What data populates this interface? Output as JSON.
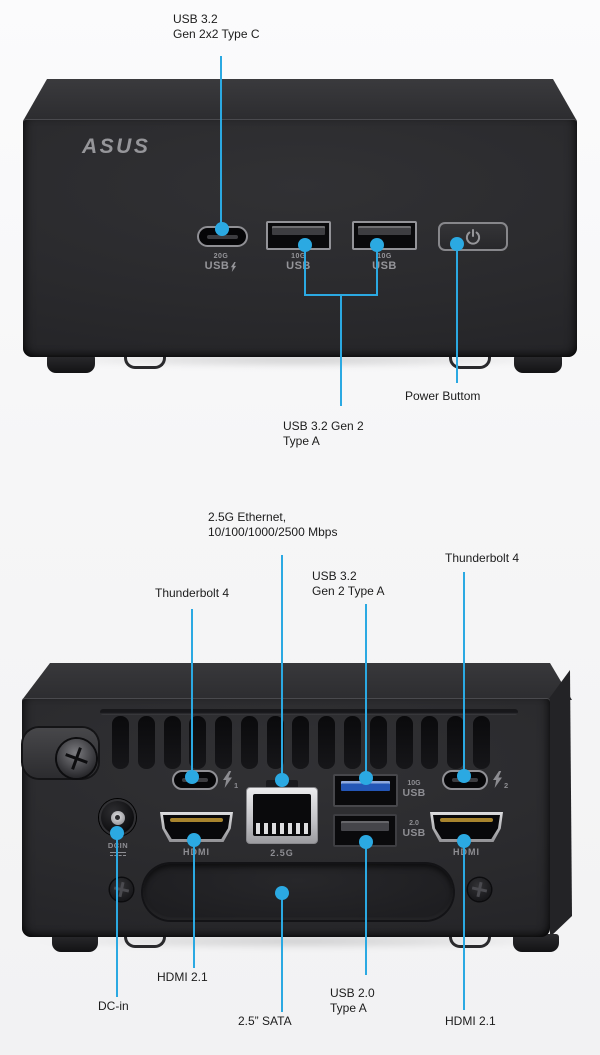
{
  "accent": "#2BA9E2",
  "front": {
    "callout_usbc": {
      "line1": "USB 3.2",
      "line2": "Gen 2x2 Type C"
    },
    "callout_usba": {
      "line1": "USB 3.2 Gen 2",
      "line2": "Type A"
    },
    "callout_power": "Power Buttom",
    "logo": "ASUS",
    "usbc_port": {
      "speed": "20G",
      "label": "USB"
    },
    "usba1_port": {
      "speed": "10G",
      "label": "USB"
    },
    "usba2_port": {
      "speed": "10G",
      "label": "USB"
    }
  },
  "rear": {
    "callout_ethernet": {
      "line1": "2.5G Ethernet,",
      "line2": "10/100/1000/2500 Mbps"
    },
    "callout_tb_left": "Thunderbolt 4",
    "callout_tb_right": "Thunderbolt 4",
    "callout_usb32": {
      "line1": "USB 3.2",
      "line2": "Gen 2 Type A"
    },
    "callout_hdmi_left": "HDMI 2.1",
    "callout_hdmi_right": "HDMI 2.1",
    "callout_dcin": "DC-in",
    "callout_sata": "2.5” SATA",
    "callout_usb20": {
      "line1": "USB 2.0",
      "line2": "Type A"
    },
    "dcin_label": "DCIN",
    "hdmi_left_label": "HDMI",
    "hdmi_right_label": "HDMI",
    "eth_label": "2.5G",
    "usb10g_port": {
      "speed": "10G",
      "label": "USB"
    },
    "usb20_port": {
      "speed": "2.0",
      "label": "USB"
    },
    "tb1_sub": "1",
    "tb2_sub": "2"
  }
}
